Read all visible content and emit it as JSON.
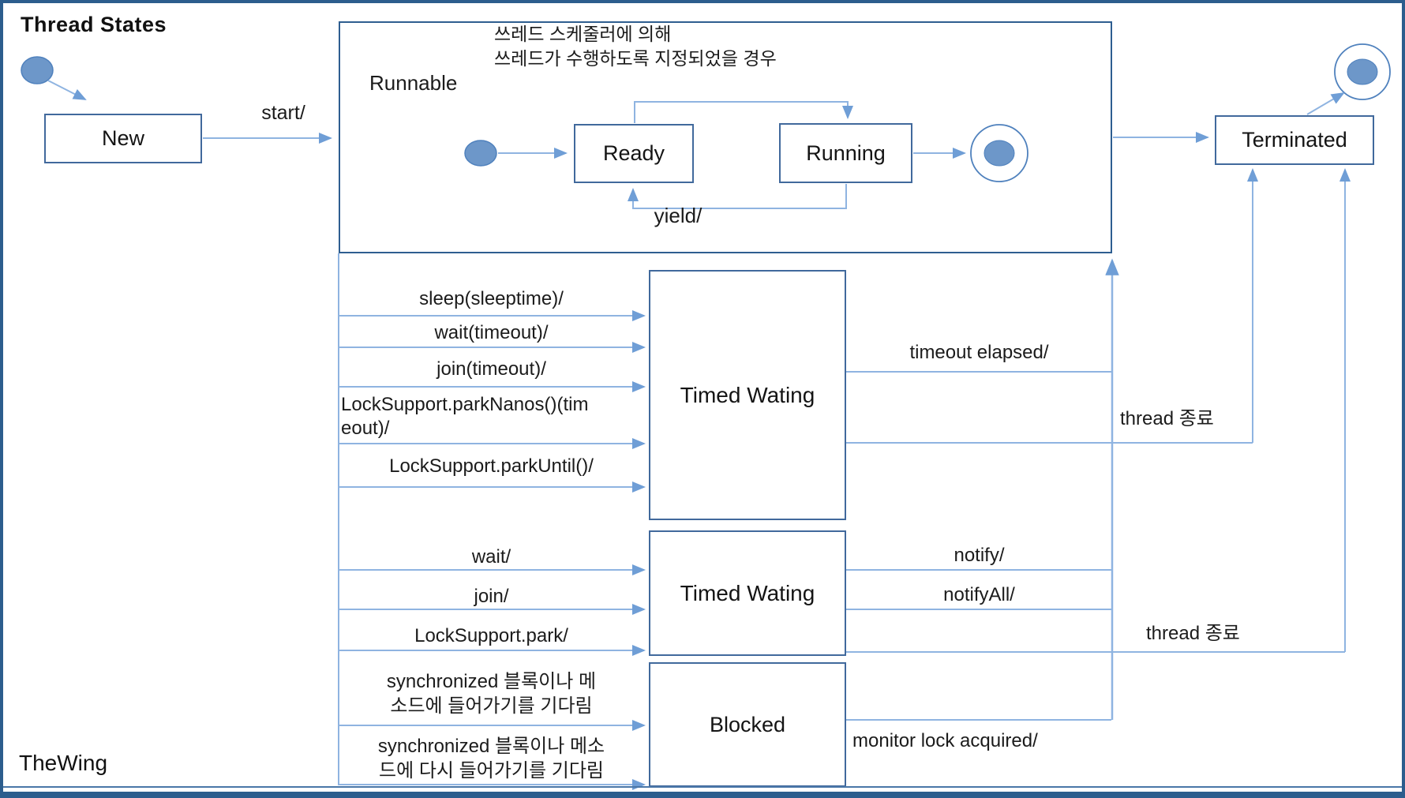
{
  "diagram": {
    "title": "Thread States",
    "watermark": "TheWing",
    "colors": {
      "frame": "#2c5d8d",
      "box_border": "#41699c",
      "container_border": "#2e5e90",
      "connector_line": "#8fb4e1",
      "arrowhead": "#6f9ed6",
      "node_fill": "#6d97c9",
      "node_stroke": "#4f81bd",
      "text": "#1b1b1b",
      "background": "#ffffff"
    },
    "states": {
      "new": "New",
      "runnable": "Runnable",
      "ready": "Ready",
      "running": "Running",
      "timed_waiting_1": "Timed Wating",
      "timed_waiting_2": "Timed Wating",
      "blocked": "Blocked",
      "terminated": "Terminated"
    },
    "notes": {
      "scheduler": "쓰레드 스케줄러에 의해\n쓰레드가 수행하도록 지정되었을 경우"
    },
    "transitions": {
      "start": "start/",
      "yield": "yield/",
      "sleep": "sleep(sleeptime)/",
      "wait_timeout": "wait(timeout)/",
      "join_timeout": "join(timeout)/",
      "park_nanos": "LockSupport.parkNanos()(tim\neout)/",
      "park_until": "LockSupport.parkUntil()/",
      "timeout_elapsed": "timeout elapsed/",
      "thread_end_1": "thread 종료",
      "wait": "wait/",
      "join": "join/",
      "park": "LockSupport.park/",
      "notify": "notify/",
      "notify_all": "notifyAll/",
      "thread_end_2": "thread 종료",
      "sync_enter": "synchronized 블록이나 메\n소드에 들어가기를 기다림",
      "sync_reenter": "synchronized 블록이나 메소\n드에 다시 들어가기를 기다림",
      "monitor_lock": "monitor lock acquired/"
    }
  }
}
